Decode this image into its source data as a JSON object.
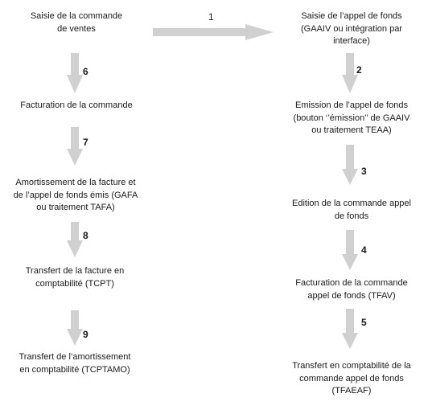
{
  "left_steps": [
    "Saisie de la commande\nde ventes",
    "Facturation de la commande",
    "Amortissement de la facture et\nde l’appel de fonds émis (GAFA\nou traitement TAFA)",
    "Transfert de la facture en\ncomptabilité (TCPT)",
    "Transfert de l’amortissement\nen comptabilité (TCPTAMO)"
  ],
  "right_steps": [
    "Saisie de l’appel de fonds\n(GAAIV ou intégration par\ninterface)",
    "Emission de l’appel de fonds\n(bouton ‘’émission’’ de GAAIV\nou traitement TEAA)",
    "Edition de la commande appel\nde fonds",
    "Facturation de la commande\nappel de fonds (TFAV)",
    "Transfert en comptabilité de la\ncommande appel de fonds\n(TFAEAF)"
  ],
  "arrow_numbers": {
    "cross": "1",
    "right": [
      "2",
      "3",
      "4",
      "5"
    ],
    "left": [
      "6",
      "7",
      "8",
      "9"
    ]
  },
  "colors": {
    "arrow": "#d0d0d0",
    "text": "#1a1a1a"
  }
}
